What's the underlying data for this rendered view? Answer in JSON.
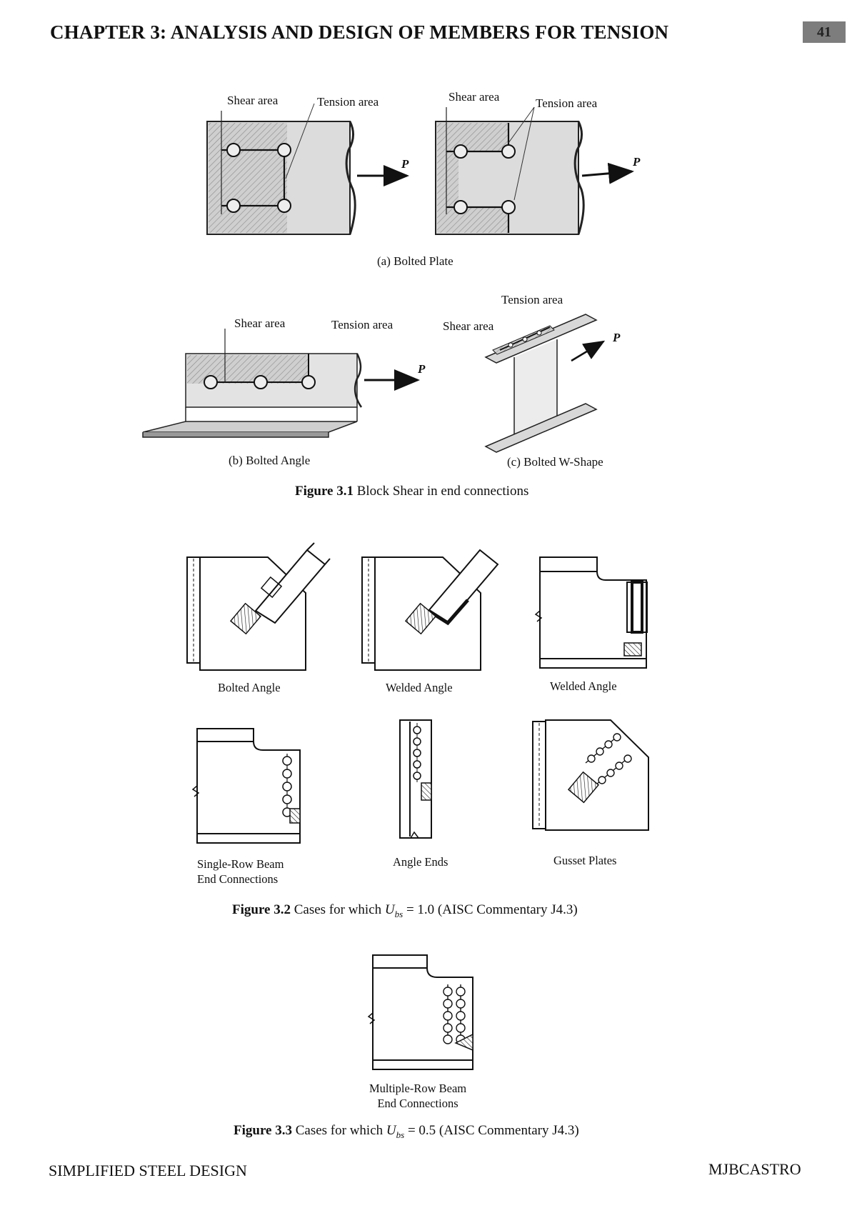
{
  "header": {
    "chapter_title": "CHAPTER 3: ANALYSIS AND DESIGN OF MEMBERS FOR TENSION",
    "page_number": "41"
  },
  "figure_3_1": {
    "labels": {
      "shear_area": "Shear area",
      "tension_area": "Tension area",
      "load": "P"
    },
    "sub_captions": {
      "a": "(a) Bolted Plate",
      "b": "(b) Bolted Angle",
      "c": "(c) Bolted W-Shape"
    },
    "caption_number": "Figure 3.1",
    "caption_text": "Block Shear in end connections"
  },
  "figure_3_2": {
    "panels": [
      "Bolted Angle",
      "Welded Angle",
      "Welded Angle",
      "Single-Row Beam",
      "End Connections",
      "Angle Ends",
      "Gusset Plates"
    ],
    "caption_number": "Figure 3.2",
    "caption_pre": "Cases for which ",
    "caption_var": "U",
    "caption_sub": "bs",
    "caption_post": " = 1.0 (AISC Commentary J4.3)"
  },
  "figure_3_3": {
    "panel_line1": "Multiple-Row Beam",
    "panel_line2": "End Connections",
    "caption_number": "Figure 3.3",
    "caption_pre": "Cases for which ",
    "caption_var": "U",
    "caption_sub": "bs",
    "caption_post": " = 0.5 (AISC Commentary J4.3)"
  },
  "footer": {
    "left": "SIMPLIFIED STEEL DESIGN",
    "right": "MJBCASTRO"
  }
}
